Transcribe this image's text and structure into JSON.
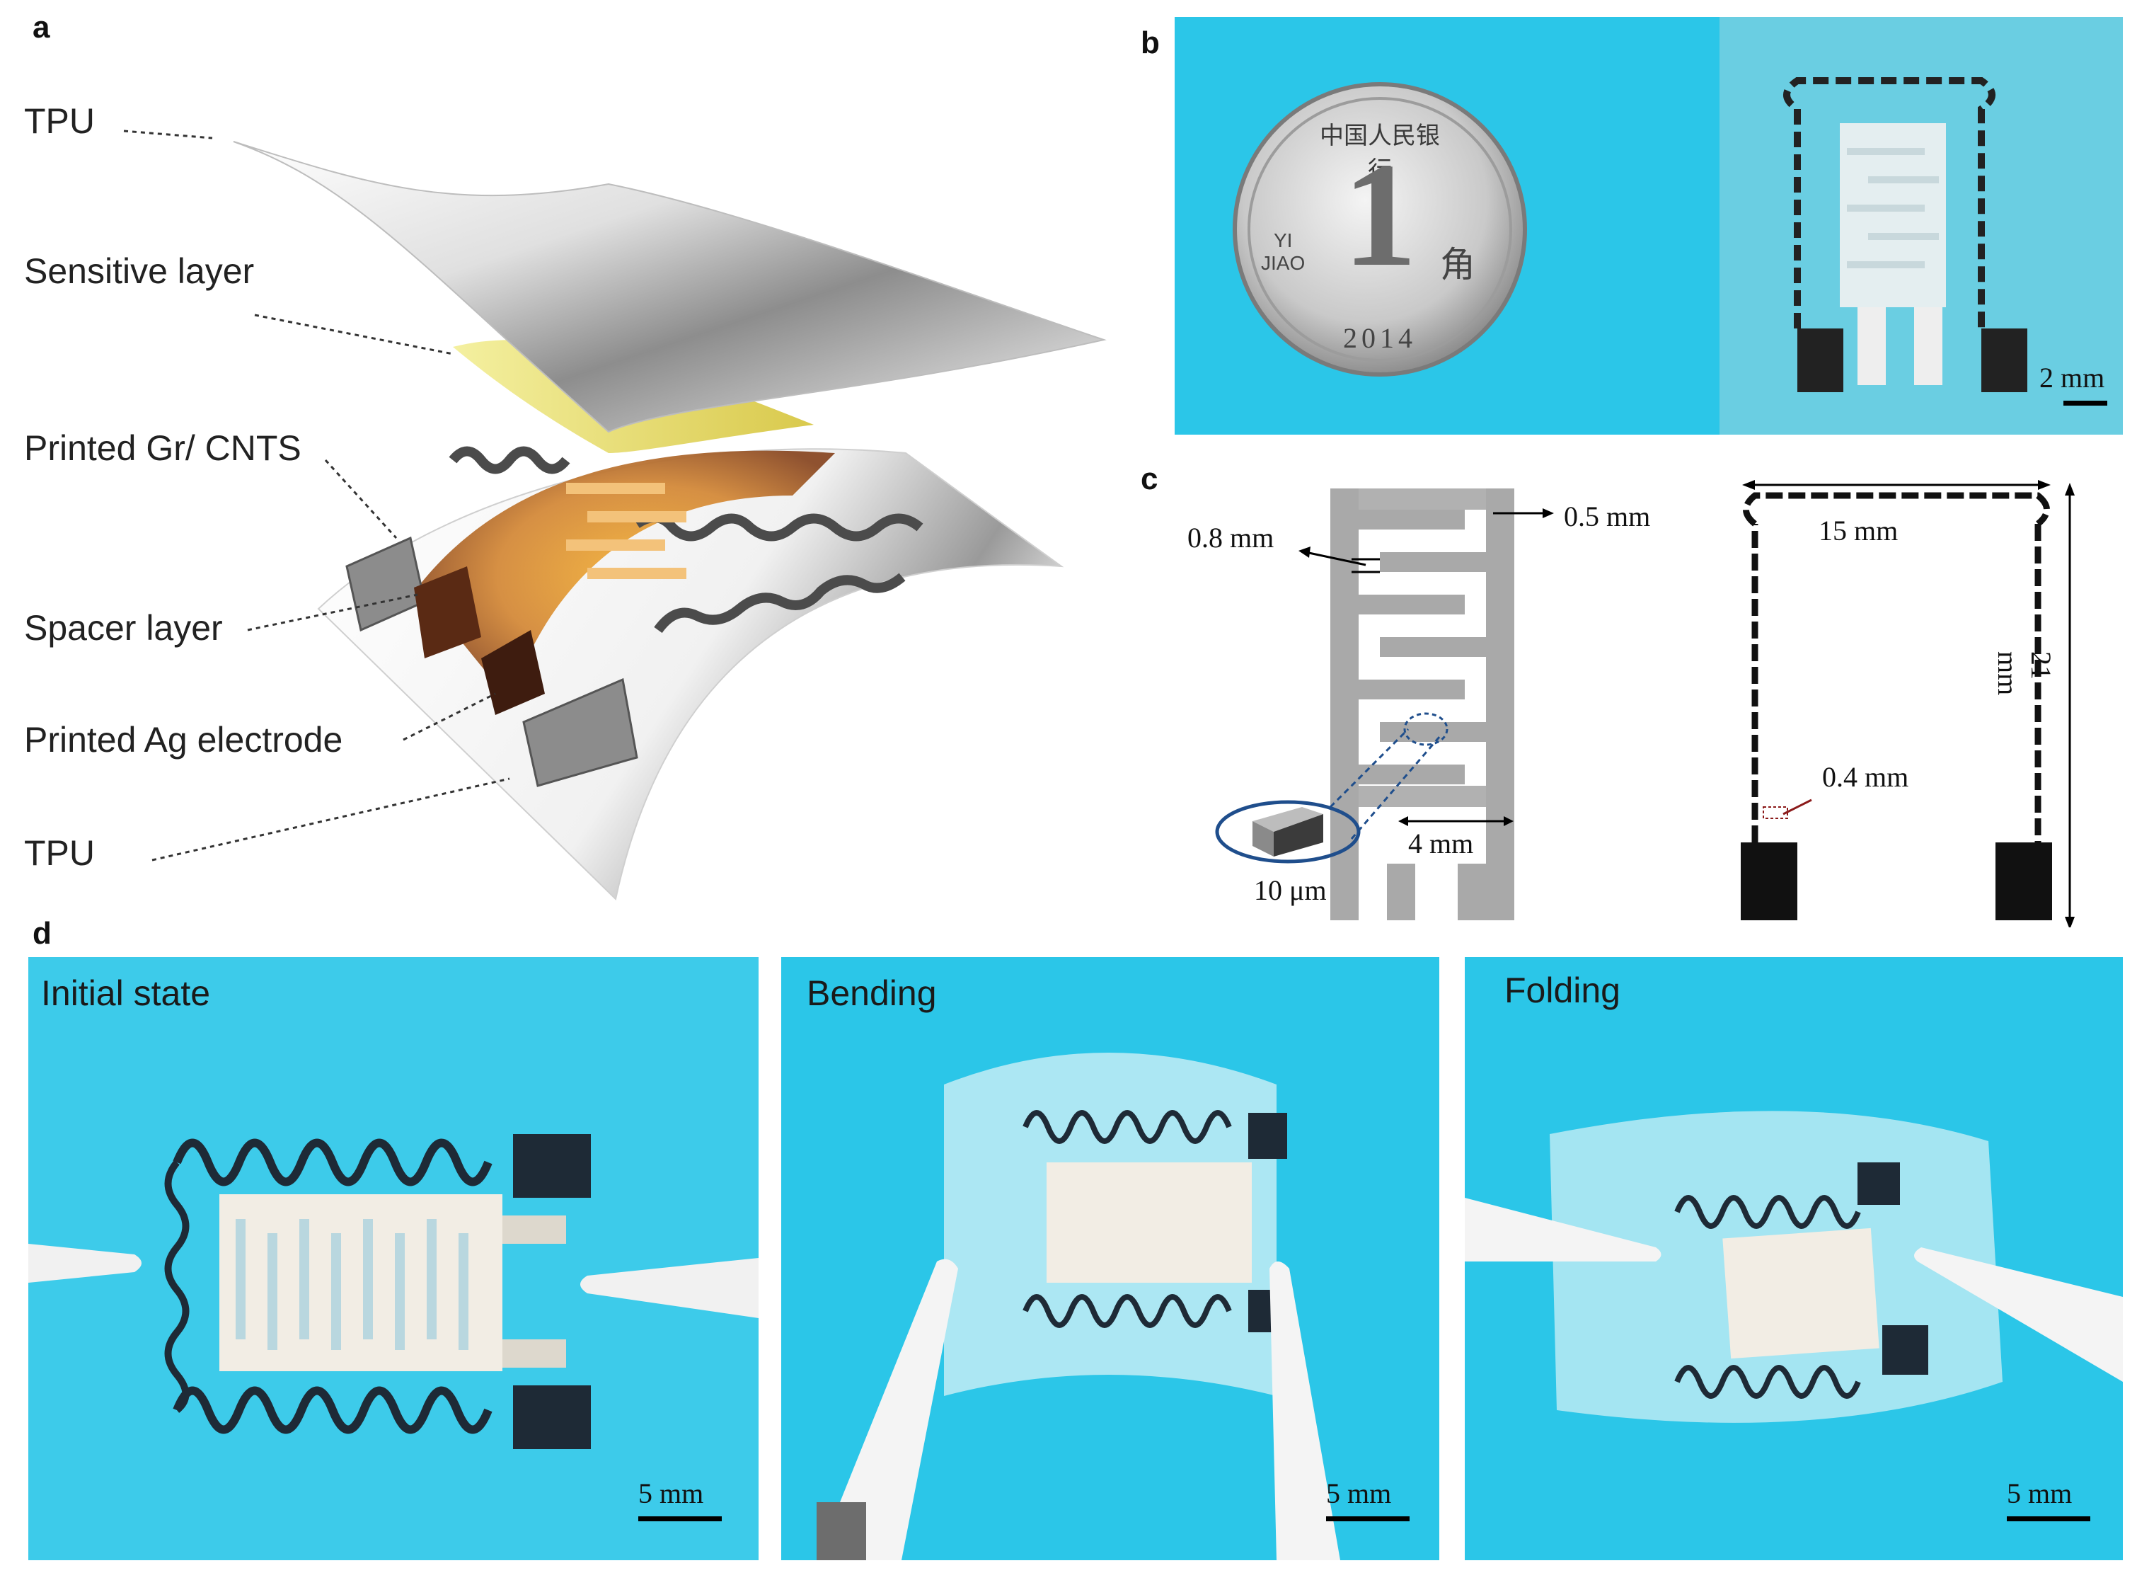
{
  "panels": {
    "a": {
      "letter": "a",
      "layers": [
        "TPU",
        "Sensitive layer",
        "Printed Gr/ CNTS",
        "Spacer layer",
        "Printed Ag electrode",
        "TPU"
      ]
    },
    "b": {
      "letter": "b",
      "scale_bar": "2 mm",
      "coin": {
        "numeral": "1",
        "year": "2014",
        "yi": "YI",
        "jiao": "JIAO",
        "char_jiao": "角",
        "top_text": "中国人民银行"
      }
    },
    "c": {
      "letter": "c",
      "dims_left": {
        "gap": "0.8 mm",
        "finger": "0.5 mm",
        "pad": "4 mm",
        "thickness": "10 μm"
      },
      "dims_right": {
        "width": "15 mm",
        "height": "21 mm",
        "line": "0.4 mm"
      }
    },
    "d": {
      "letter": "d",
      "photos": [
        {
          "label": "Initial state",
          "scale_bar": "5 mm"
        },
        {
          "label": "Bending",
          "scale_bar": "5 mm"
        },
        {
          "label": "Folding",
          "scale_bar": "5 mm"
        }
      ]
    }
  },
  "colors": {
    "photo_blue": "#2bc6e8",
    "sensitive_yellow": "#e6e06a",
    "copper": "#c8733a",
    "ink": "#1e2a36",
    "electrode_gray": "#b5b5b5"
  }
}
